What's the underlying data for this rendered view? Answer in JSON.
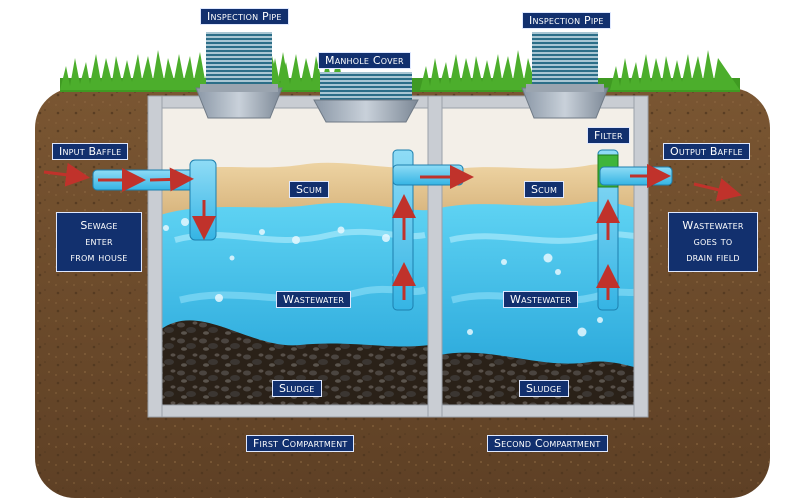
{
  "labels": {
    "inspection_pipe_left": "Inspection Pipe",
    "inspection_pipe_right": "Inspection Pipe",
    "manhole_cover": "Manhole Cover",
    "input_baffle": "Input Baffle",
    "output_baffle": "Output Baffle",
    "filter": "Filter",
    "scum_left": "Scum",
    "scum_right": "Scum",
    "wastewater_left": "Wastewater",
    "wastewater_right": "Wastewater",
    "sludge_left": "Sludge",
    "sludge_right": "Sludge",
    "first_compartment": "First Compartment",
    "second_compartment": "Second Compartment",
    "sewage_enter": [
      "Sewage",
      "enter",
      "from house"
    ],
    "wastewater_goes": [
      "Wastewater",
      "goes to",
      "drain field"
    ]
  },
  "colors": {
    "soil": "#6b4a2b",
    "grass": "#3f9a22",
    "water": "#3bbfe8",
    "scum": "#e2c48f",
    "sludge": "#2a2118",
    "pipe": "#5fc8ee",
    "tank_wall": "#c9cdd3",
    "arrow": "#c0322b",
    "label_bg": "#12306e",
    "filter": "#3fb53a"
  },
  "icons": [
    "flow-arrow-icon",
    "bubble-icon",
    "filter-mesh-icon"
  ]
}
